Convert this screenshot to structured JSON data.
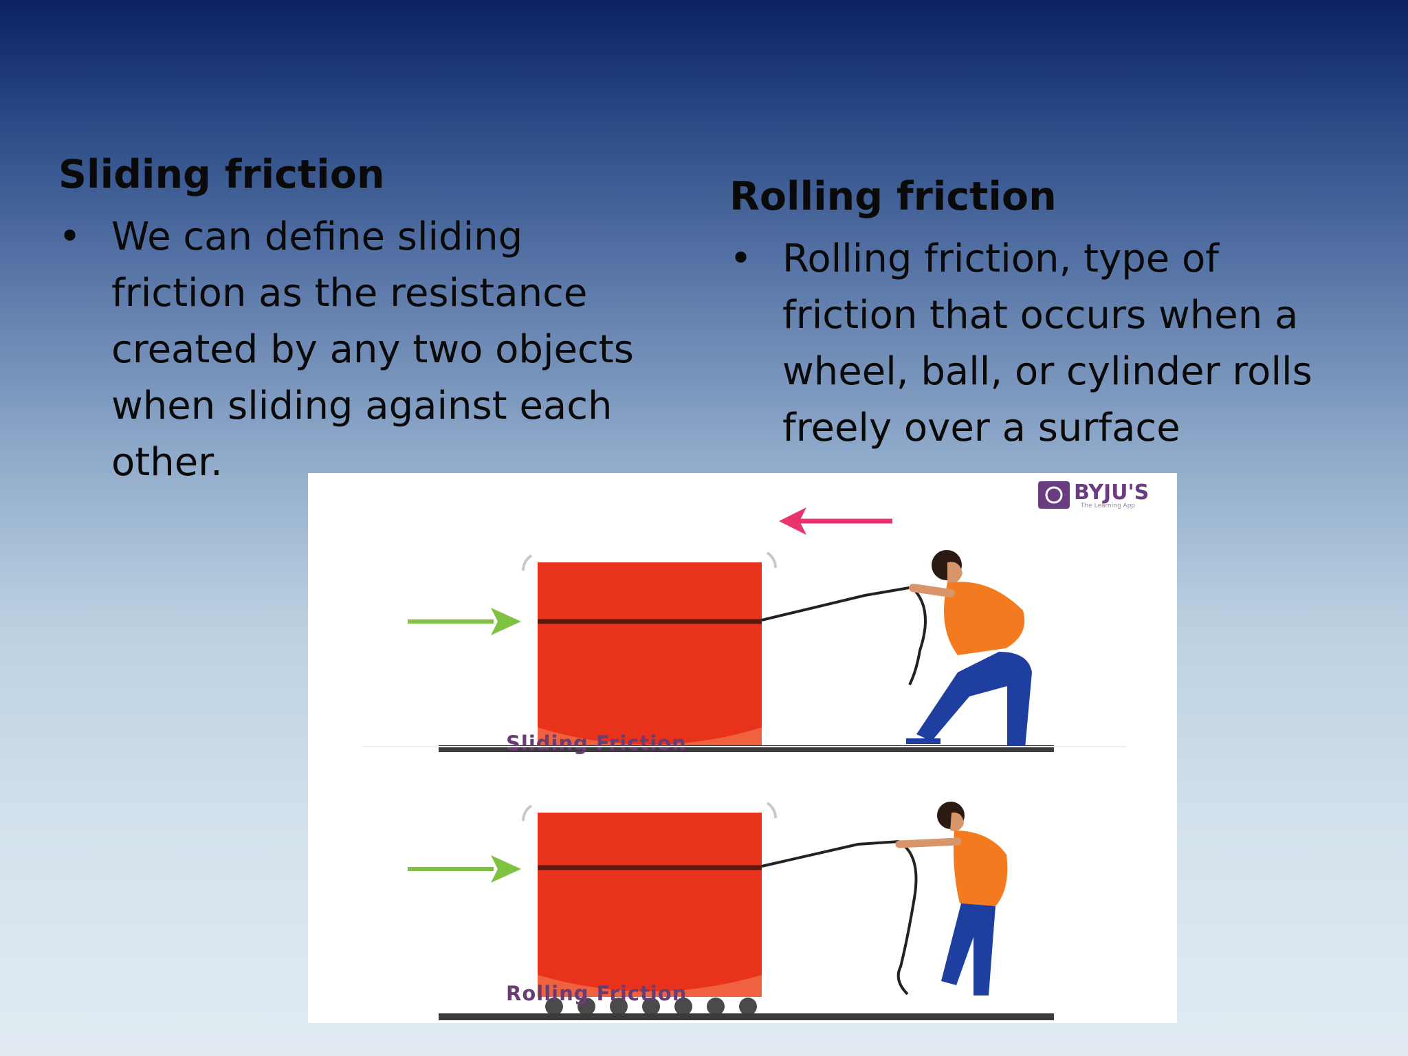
{
  "left": {
    "heading": "Sliding friction",
    "bullet": "•",
    "text": "We can define sliding friction as the resistance created by any two objects when sliding against each other."
  },
  "right": {
    "heading": "Rolling friction",
    "bullet": "•",
    "text": "Rolling friction, type of friction that occurs when a wheel, ball, or cylinder rolls freely over a surface"
  },
  "figure": {
    "logo": "BYJU'S",
    "logo_tagline": "The Learning App",
    "caption_top": "Sliding Friction",
    "caption_bottom": "Rolling Friction",
    "colors": {
      "box": "#e8321c",
      "push_arrow": "#7fc242",
      "friction_arrow": "#e8336d",
      "shirt": "#f47a1f",
      "trousers": "#1f3fa0",
      "caption": "#6a3d72"
    }
  }
}
